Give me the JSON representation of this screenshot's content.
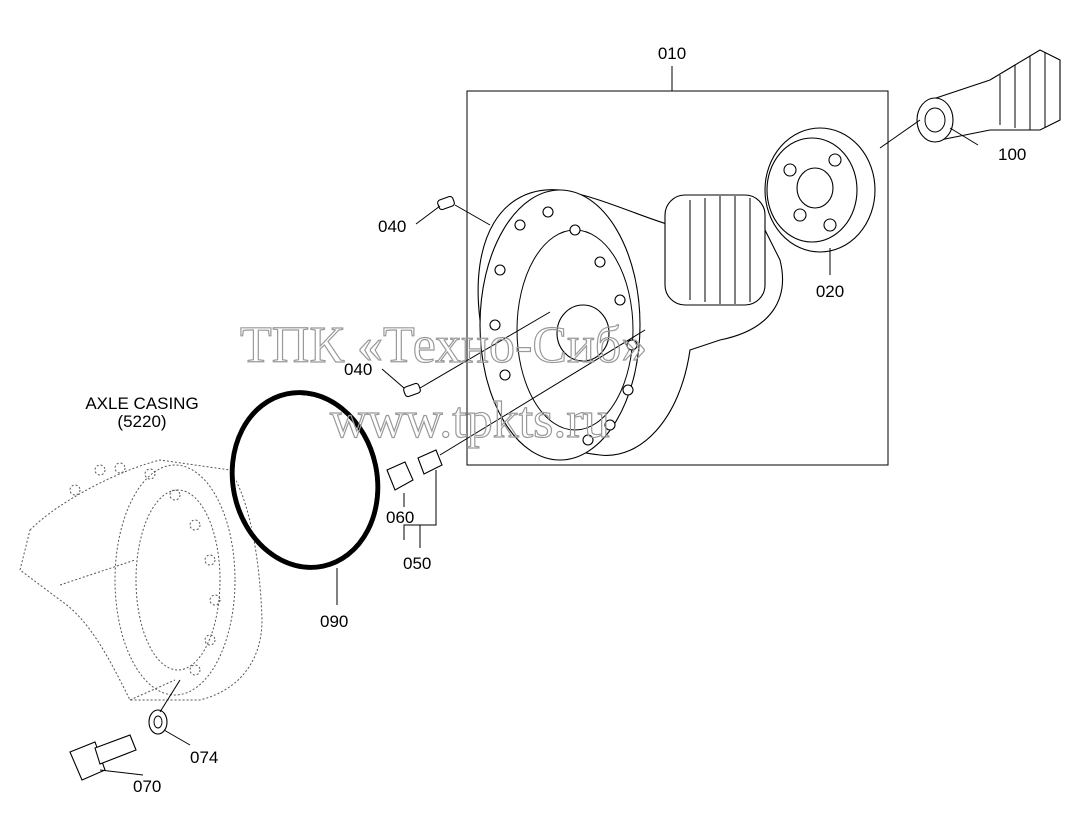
{
  "watermark": {
    "line1": "ТПК «Техно-Сиб»",
    "line2": "www.tpkts.ru"
  },
  "casing_label": {
    "line1": "AXLE CASING",
    "line2": "(5220)"
  },
  "callouts": {
    "c010": "010",
    "c020": "020",
    "c040a": "040",
    "c040b": "040",
    "c050": "050",
    "c060": "060",
    "c070": "070",
    "c074": "074",
    "c090": "090",
    "c100": "100"
  }
}
